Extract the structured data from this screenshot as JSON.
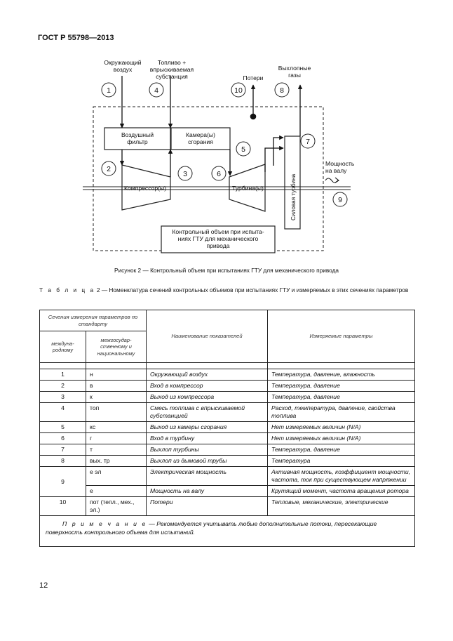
{
  "header": {
    "standard": "ГОСТ Р 55798—2013"
  },
  "diagram": {
    "label_ambient_air": [
      "Окружающий",
      "воздух"
    ],
    "label_fuel": [
      "Топливо +",
      "впрыскиваемая",
      "субстанция"
    ],
    "label_losses": "Потери",
    "label_exhaust": [
      "Выхлопные",
      "газы"
    ],
    "label_shaft_power": [
      "Мощность",
      "на валу"
    ],
    "box_air_filter": [
      "Воздушный",
      "фильтр"
    ],
    "box_combustor": [
      "Камера(ы)",
      "сгорания"
    ],
    "label_compressor": "Компрессор(ы)",
    "label_turbine": "Турбина(ы)",
    "label_power_turbine": "Силовая турбина",
    "box_control_volume": [
      "Контрольный объем при испыта-",
      "ниях ГТУ для механического",
      "привода"
    ],
    "stations": [
      "1",
      "2",
      "3",
      "4",
      "5",
      "6",
      "7",
      "8",
      "9",
      "10"
    ]
  },
  "figure_caption": "Рисунок 2 — Контрольный объем при испытаниях ГТУ для механического привода",
  "table_title": {
    "lead": "Т а б л и ц а",
    "rest": " 2 — Номенклатура сечений контрольных объемов при испытаниях ГТУ и измеряемых в этих сечениях параметров"
  },
  "table": {
    "head_group": "Сечения измерения параметров по стандарту",
    "head_intl": "междуна- родному",
    "head_nat": "межгосудар- ственному и национальному",
    "head_name": "Наименование показателей",
    "head_params": "Измеряемые параметры",
    "rows": [
      {
        "intl": "1",
        "nat": "н",
        "name": "Окружающий воздух",
        "params": "Температура, давление, влажность"
      },
      {
        "intl": "2",
        "nat": "в",
        "name": "Вход в компрессор",
        "params": "Температура, давление"
      },
      {
        "intl": "3",
        "nat": "к",
        "name": "Выход из компрессора",
        "params": "Температура, давление"
      },
      {
        "intl": "4",
        "nat": "топ",
        "name": "Смесь топлива с впрыскиваемой субстанцией",
        "params": "Расход, температура, давление, свойства топлива"
      },
      {
        "intl": "5",
        "nat": "кс",
        "name": "Выход из камеры сгорания",
        "params": "Нет измеряемых величин (N/A)"
      },
      {
        "intl": "6",
        "nat": "г",
        "name": "Вход в турбину",
        "params": "Нет измеряемых величин (N/A)"
      },
      {
        "intl": "7",
        "nat": "т",
        "name": "Выхлоп турбины",
        "params": "Температура, давление"
      },
      {
        "intl": "8",
        "nat": "вых. тр",
        "name": "Выхлоп из дымовой трубы",
        "params": "Температура"
      },
      {
        "intl": "9",
        "nat": "е эл",
        "name": "Электрическая мощность",
        "params": "Активная мощность, коэффициент мощности, частота, ток при существующем напряжении"
      },
      {
        "intl": "",
        "nat": "е",
        "name": "Мощность на валу",
        "params": "Крутящий момент, частота вращения ротора"
      },
      {
        "intl": "10",
        "nat": "пот (тепл., мех., эл.)",
        "name": "Потери",
        "params": "Тепловые, механические, электрические"
      }
    ],
    "note_label": "П р и м е ч а н и е",
    "note_text": " — Рекомендуется учитывать любые дополнительные потоки, пересекающие поверхность контрольного объема для испытаний."
  },
  "page_number": "12"
}
